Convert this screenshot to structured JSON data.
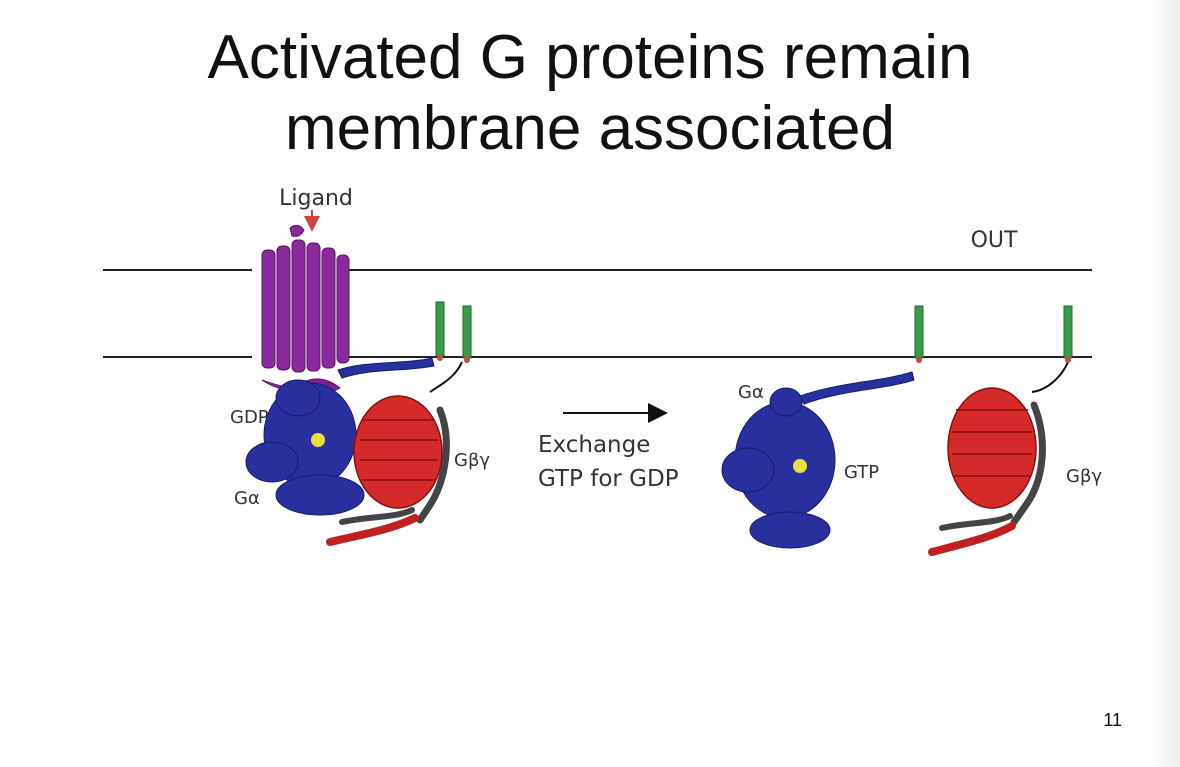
{
  "slide": {
    "title_line1": "Activated G proteins remain",
    "title_line2": "membrane associated",
    "page_number": "11"
  },
  "diagram": {
    "labels": {
      "ligand": "Ligand",
      "out": "OUT",
      "gdp": "GDP",
      "galpha_left": "Gα",
      "gbetagamma_left": "Gβγ",
      "exchange_line1": "Exchange",
      "exchange_line2": "GTP for GDP",
      "galpha_right": "Gα",
      "gtp": "GTP",
      "gbetagamma_right": "Gβγ"
    },
    "colors": {
      "membrane": "#222222",
      "receptor": "#8B2A9C",
      "galpha": "#2A2F9E",
      "gbetagamma": "#D42A2A",
      "ggamma_helix": "#444444",
      "lipid_anchor": "#3A9A4A",
      "nucleotide": "#E8E040",
      "ligand_arrow": "#D94040",
      "arrow": "#111111"
    },
    "icons": [
      "gpcr-receptor-ribbon",
      "g-alpha-ribbon",
      "g-beta-gamma-ribbon",
      "lipid-anchor-icon",
      "reaction-arrow"
    ]
  }
}
